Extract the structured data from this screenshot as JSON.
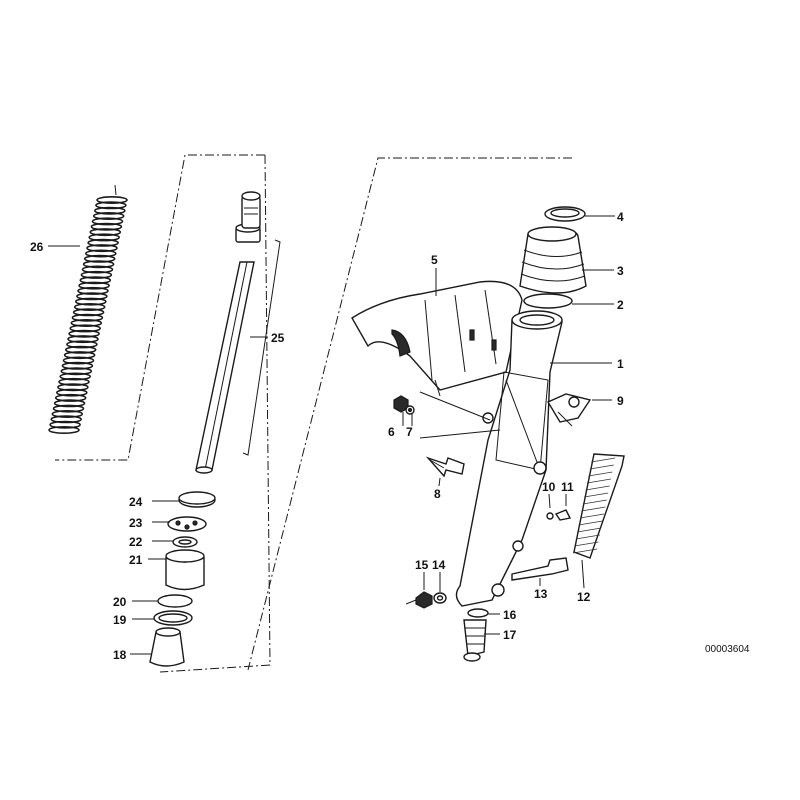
{
  "reference_number": "00003604",
  "callouts": [
    {
      "id": "c1",
      "label": "1"
    },
    {
      "id": "c2",
      "label": "2"
    },
    {
      "id": "c3",
      "label": "3"
    },
    {
      "id": "c4",
      "label": "4"
    },
    {
      "id": "c5",
      "label": "5"
    },
    {
      "id": "c6",
      "label": "6"
    },
    {
      "id": "c7",
      "label": "7"
    },
    {
      "id": "c8",
      "label": "8"
    },
    {
      "id": "c9",
      "label": "9"
    },
    {
      "id": "c10",
      "label": "10"
    },
    {
      "id": "c11",
      "label": "11"
    },
    {
      "id": "c12",
      "label": "12"
    },
    {
      "id": "c13",
      "label": "13"
    },
    {
      "id": "c14",
      "label": "14"
    },
    {
      "id": "c15",
      "label": "15"
    },
    {
      "id": "c16",
      "label": "16"
    },
    {
      "id": "c17",
      "label": "17"
    },
    {
      "id": "c18",
      "label": "18"
    },
    {
      "id": "c19",
      "label": "19"
    },
    {
      "id": "c20",
      "label": "20"
    },
    {
      "id": "c21",
      "label": "21"
    },
    {
      "id": "c22",
      "label": "22"
    },
    {
      "id": "c23",
      "label": "23"
    },
    {
      "id": "c24",
      "label": "24"
    },
    {
      "id": "c25",
      "label": "25"
    },
    {
      "id": "c26",
      "label": "26"
    }
  ]
}
